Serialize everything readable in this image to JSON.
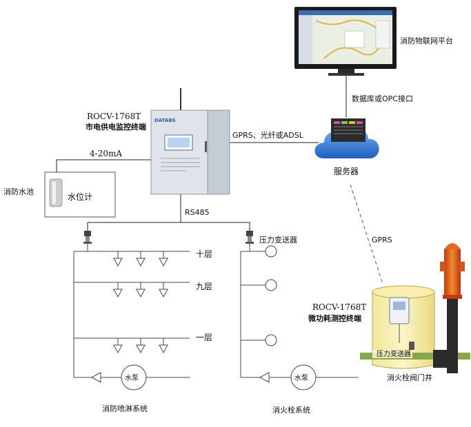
{
  "platform": {
    "label": "消防物联网平台"
  },
  "db_interface": {
    "label": "数据库或OPC接口"
  },
  "server": {
    "label": "服务器"
  },
  "link_gprs_fiber": {
    "label": "GPRS、光纤或ADSL"
  },
  "terminal_main": {
    "model": "ROCV-1768T",
    "name": "市电供电监控终端",
    "brand": "DATABS"
  },
  "signal_4_20": {
    "label": "4-20mA"
  },
  "water_pool": {
    "label": "消防水池"
  },
  "level_meter": {
    "label": "水位计"
  },
  "bus_rs485": {
    "label": "RS485"
  },
  "pressure_sensor_top": {
    "label": "压力变送器"
  },
  "floors": {
    "f10": "十层",
    "f9": "九层",
    "f1": "一层"
  },
  "pump_left": {
    "label": "水泵"
  },
  "pump_right": {
    "label": "水泵"
  },
  "sprinkler_system": {
    "label": "消防喷淋系统"
  },
  "hydrant_system": {
    "label": "消火栓系统"
  },
  "link_gprs": {
    "label": "GPRS"
  },
  "terminal_low": {
    "model": "ROCV-1768T",
    "name": "微功耗测控终端"
  },
  "pressure_sensor_well": {
    "label": "压力变送器"
  },
  "valve_well": {
    "label": "消火栓阀门井"
  }
}
